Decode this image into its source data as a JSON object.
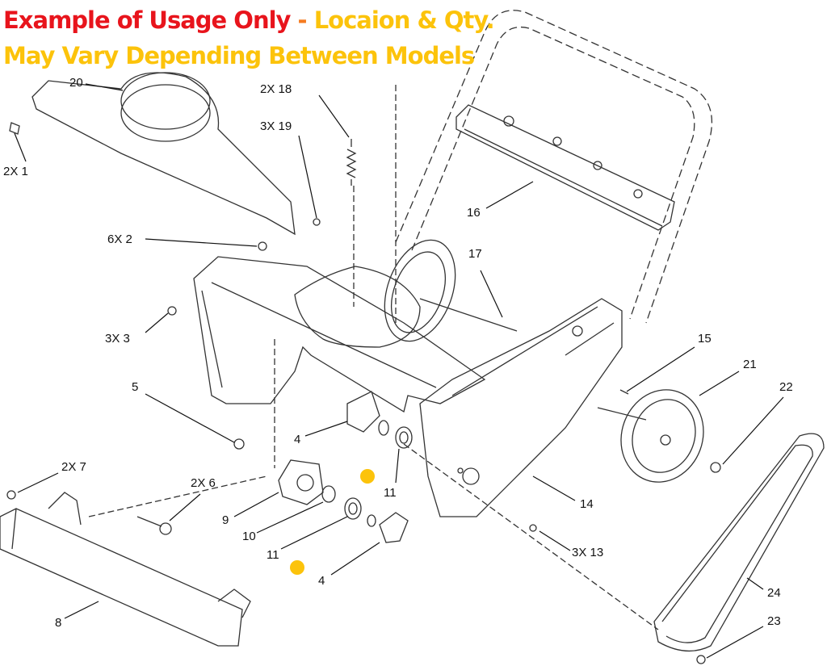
{
  "header": {
    "line1_red": "Example of Usage Only",
    "line1_dash": " - ",
    "line1_yellow": "Locaion & Qty.",
    "line2": "May Vary Depending Between Models"
  },
  "colors": {
    "red": "#e8141c",
    "yellow": "#fcc30b",
    "line": "#222222"
  },
  "callouts": [
    {
      "id": "20",
      "text": "20"
    },
    {
      "id": "1",
      "text": "2X  1"
    },
    {
      "id": "18",
      "text": "2X 18"
    },
    {
      "id": "19",
      "text": "3X 19"
    },
    {
      "id": "2",
      "text": "6X 2"
    },
    {
      "id": "3",
      "text": "3X 3"
    },
    {
      "id": "5",
      "text": "5"
    },
    {
      "id": "4a",
      "text": "4"
    },
    {
      "id": "11a",
      "text": "11"
    },
    {
      "id": "7",
      "text": "2X  7"
    },
    {
      "id": "6",
      "text": "2X  6"
    },
    {
      "id": "9",
      "text": "9"
    },
    {
      "id": "10",
      "text": "10"
    },
    {
      "id": "11b",
      "text": "11"
    },
    {
      "id": "4b",
      "text": "4"
    },
    {
      "id": "8",
      "text": "8"
    },
    {
      "id": "16",
      "text": "16"
    },
    {
      "id": "17",
      "text": "17"
    },
    {
      "id": "15",
      "text": "15"
    },
    {
      "id": "21",
      "text": "21"
    },
    {
      "id": "22",
      "text": "22"
    },
    {
      "id": "14",
      "text": "14"
    },
    {
      "id": "13",
      "text": "3X  13"
    },
    {
      "id": "24",
      "text": "24"
    },
    {
      "id": "23",
      "text": "23"
    }
  ]
}
